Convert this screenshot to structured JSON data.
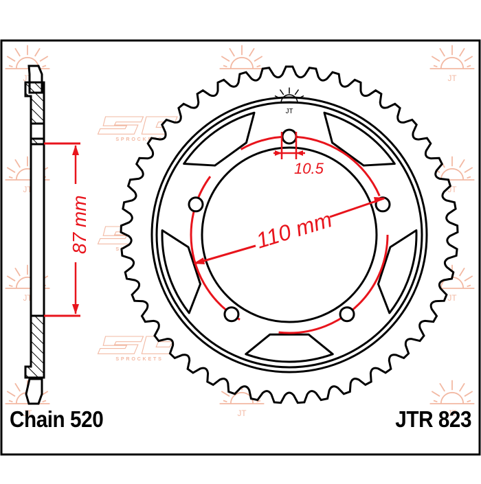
{
  "drawing": {
    "chain_label": "Chain 520",
    "part_number": "JTR 823",
    "teeth": 45,
    "dimensions": {
      "pcd": "110 mm",
      "bolt_hole": "10.5",
      "center_bore": "87 mm"
    },
    "watermark": {
      "brand_text": "SPROCKETS",
      "logo_glyph": "JT"
    },
    "colors": {
      "outline": "#000000",
      "dimension": "#e8141c",
      "watermark": "#f2b59e",
      "background": "#ffffff"
    }
  }
}
